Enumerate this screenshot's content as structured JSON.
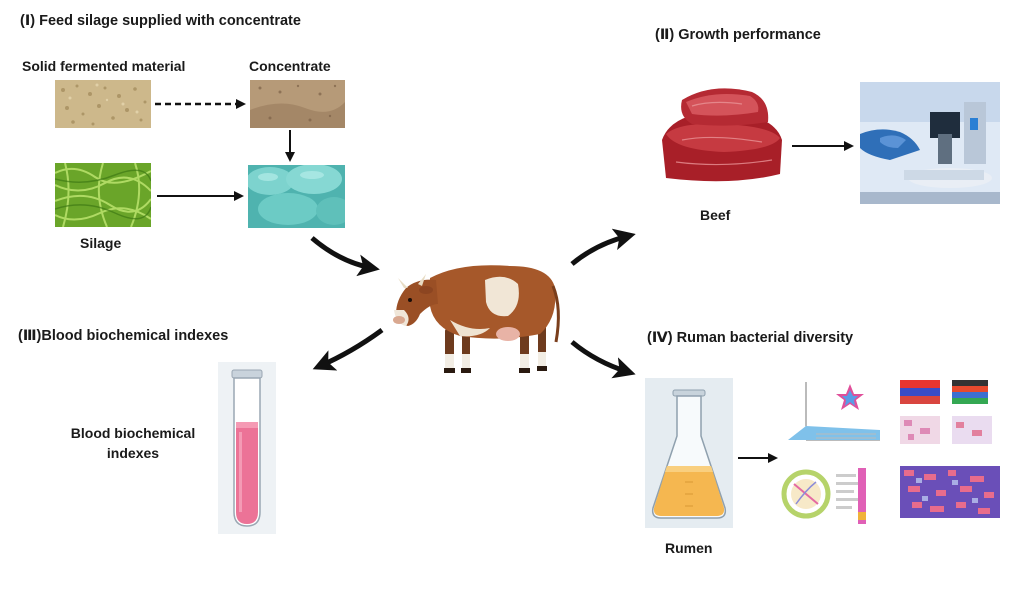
{
  "sections": {
    "feed": "(Ⅰ) Feed silage supplied with concentrate",
    "growth": "(Ⅱ) Growth performance",
    "blood": "(Ⅲ)Blood biochemical indexes",
    "rumen": "(Ⅳ) Ruman bacterial diversity"
  },
  "labels": {
    "solid": "Solid fermented material",
    "concentrate": "Concentrate",
    "silage": "Silage",
    "beef": "Beef",
    "blood_line1": "Blood biochemical",
    "blood_line2": "indexes",
    "rumen": "Rumen"
  },
  "colors": {
    "arrow": "#111111",
    "solid_material": "#c7b183",
    "concentrate": "#a88d6c",
    "silage": "#74b32e",
    "pellets": "#5fc6c2",
    "beef": "#b9272f",
    "blood": "#e86c8f",
    "rumen_fluid": "#f4b94c"
  },
  "icons": [
    "solid-material-image",
    "concentrate-image",
    "silage-image",
    "feed-pellets-image",
    "cow-image",
    "beef-image",
    "lab-equipment-image",
    "blood-tube-image",
    "rumen-flask-image",
    "analysis-charts-image"
  ]
}
